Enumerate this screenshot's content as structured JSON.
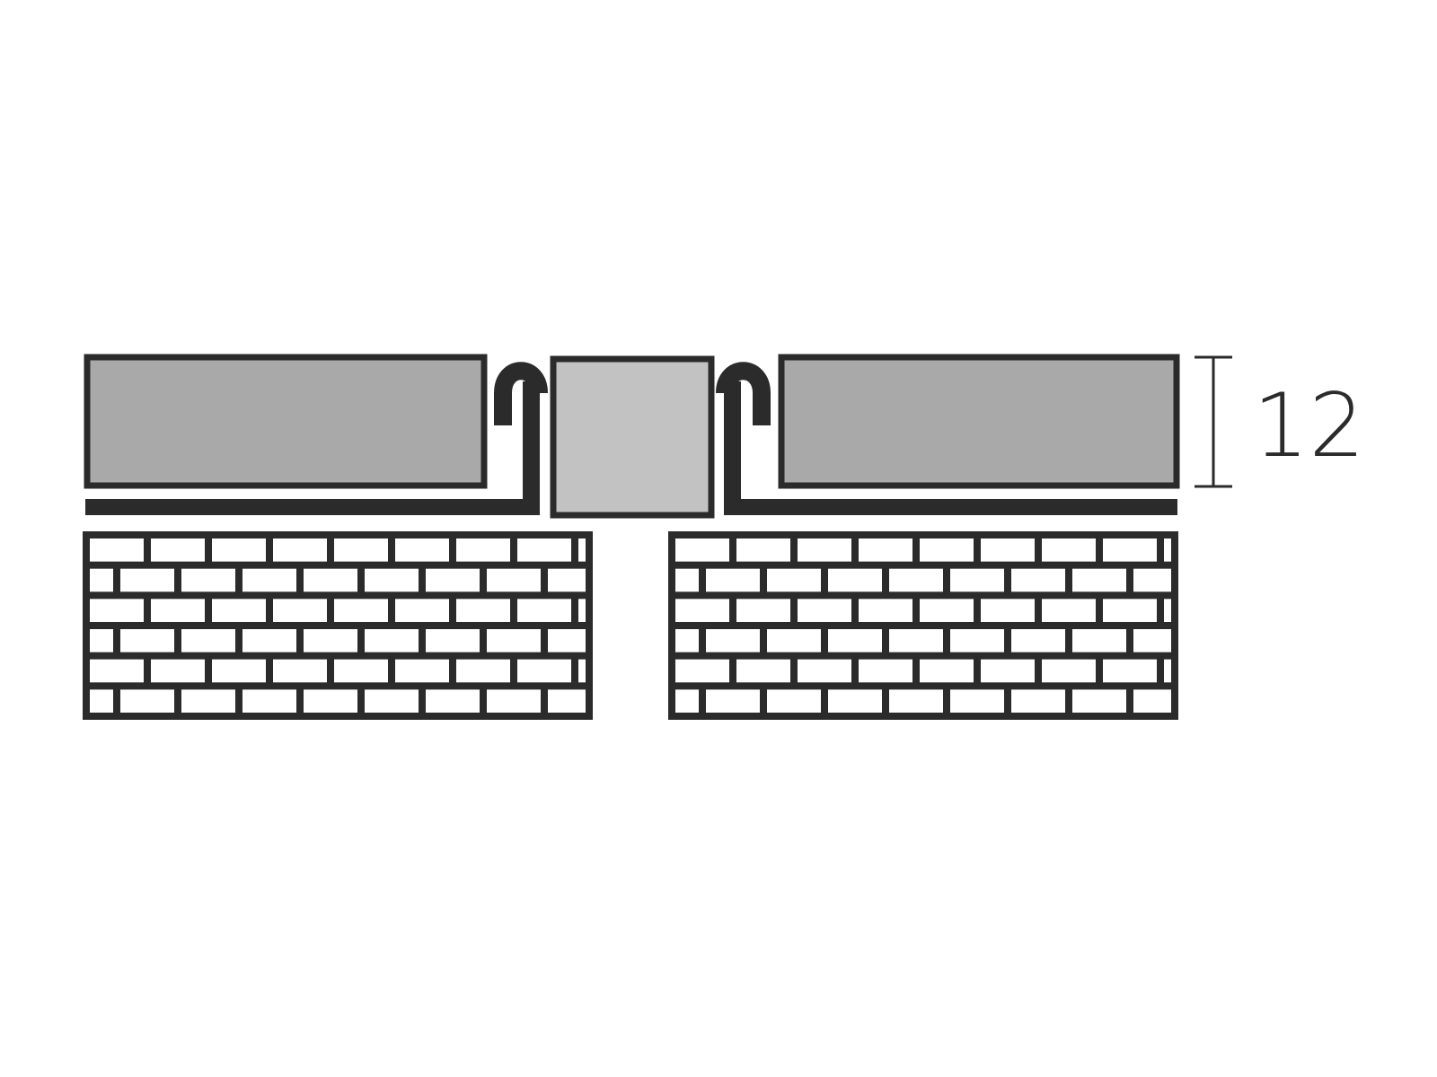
{
  "diagram": {
    "dimension": {
      "value": "12"
    },
    "colors": {
      "background": "#ffffff",
      "outline": "#2b2b2b",
      "tile": "#a9a9a9",
      "joint_insert": "#c2c2c2",
      "profile": "#2b2b2b",
      "brick": "#ffffff"
    },
    "parts": [
      {
        "name": "left-tile",
        "kind": "tile"
      },
      {
        "name": "right-tile",
        "kind": "tile"
      },
      {
        "name": "joint-insert",
        "kind": "insert"
      },
      {
        "name": "left-profile",
        "kind": "metal-profile"
      },
      {
        "name": "right-profile",
        "kind": "metal-profile"
      },
      {
        "name": "left-substrate",
        "kind": "brick-wall"
      },
      {
        "name": "right-substrate",
        "kind": "brick-wall"
      }
    ]
  }
}
